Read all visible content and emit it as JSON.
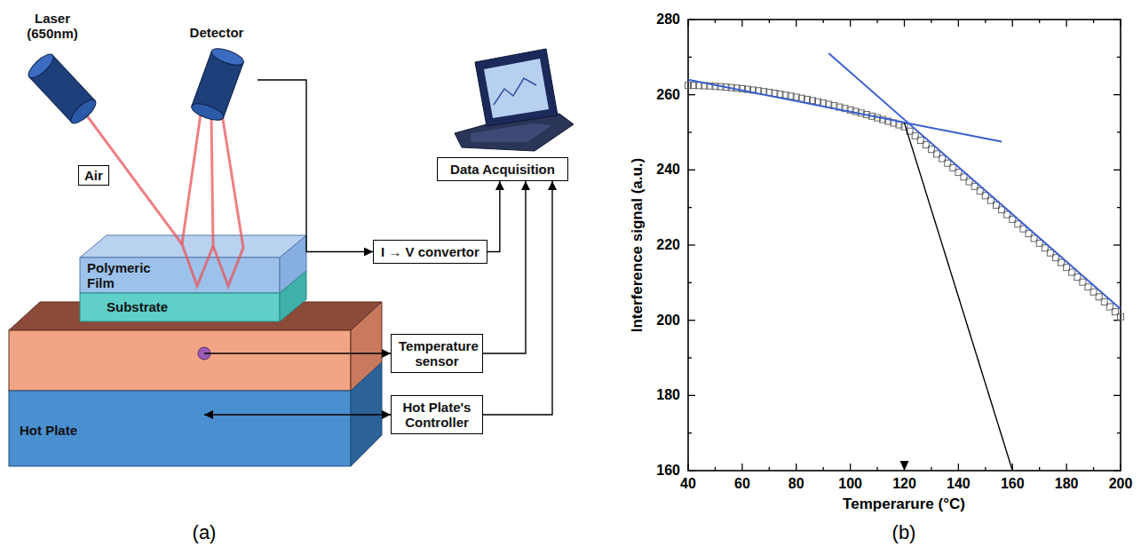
{
  "diagram": {
    "nodes": [
      {
        "text": [
          "Laser (650nm)"
        ]
      },
      {
        "text": [
          "Detector"
        ]
      },
      {
        "text": [
          "Air"
        ]
      },
      {
        "text": [
          "Polymeric Film"
        ]
      },
      {
        "text": [
          "Substrate"
        ]
      },
      {
        "text": [
          "Hot Plate"
        ]
      },
      {
        "text": [
          "Data Acquisition"
        ]
      },
      {
        "text": [
          "I → V convertor"
        ]
      },
      {
        "text": [
          "Temperature sensor"
        ]
      },
      {
        "text": [
          "Hot Plate's Controller"
        ]
      }
    ],
    "edges": [
      {
        "from": 1,
        "to": 7,
        "arrow": "to"
      },
      {
        "from": 7,
        "to": 6,
        "arrow": "to"
      },
      {
        "from": 8,
        "to": 6,
        "arrow": "to"
      },
      {
        "from": 9,
        "to": 6,
        "arrow": "to"
      },
      {
        "from": 5,
        "to": 8,
        "arrow": "to"
      },
      {
        "from": 5,
        "to": 9,
        "arrow": "both"
      }
    ],
    "labels": [
      "(a)",
      "(b)",
      "Interference signal (a.u.)",
      "Temperarure (°C)",
      "40",
      "60",
      "80",
      "100",
      "120",
      "140",
      "160",
      "180",
      "200",
      "160",
      "180",
      "200",
      "220",
      "240",
      "260",
      "280"
    ]
  }
}
